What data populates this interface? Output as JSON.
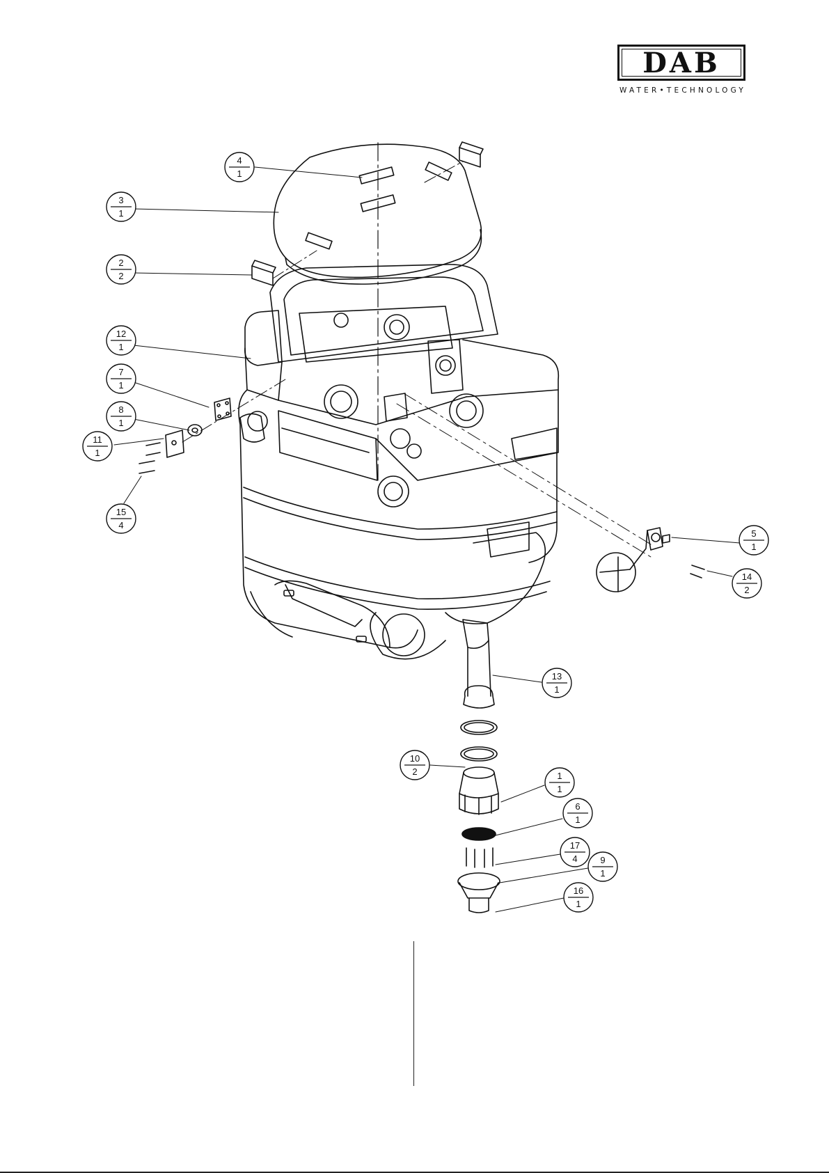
{
  "brand": {
    "name": "DAB",
    "tagline": "WATER•TECHNOLOGY"
  },
  "callouts": [
    {
      "part": "4",
      "qty": "1"
    },
    {
      "part": "3",
      "qty": "1"
    },
    {
      "part": "2",
      "qty": "2"
    },
    {
      "part": "12",
      "qty": "1"
    },
    {
      "part": "7",
      "qty": "1"
    },
    {
      "part": "8",
      "qty": "1"
    },
    {
      "part": "11",
      "qty": "1"
    },
    {
      "part": "15",
      "qty": "4"
    },
    {
      "part": "5",
      "qty": "1"
    },
    {
      "part": "14",
      "qty": "2"
    },
    {
      "part": "13",
      "qty": "1"
    },
    {
      "part": "10",
      "qty": "2"
    },
    {
      "part": "1",
      "qty": "1"
    },
    {
      "part": "6",
      "qty": "1"
    },
    {
      "part": "17",
      "qty": "4"
    },
    {
      "part": "9",
      "qty": "1"
    },
    {
      "part": "16",
      "qty": "1"
    }
  ]
}
